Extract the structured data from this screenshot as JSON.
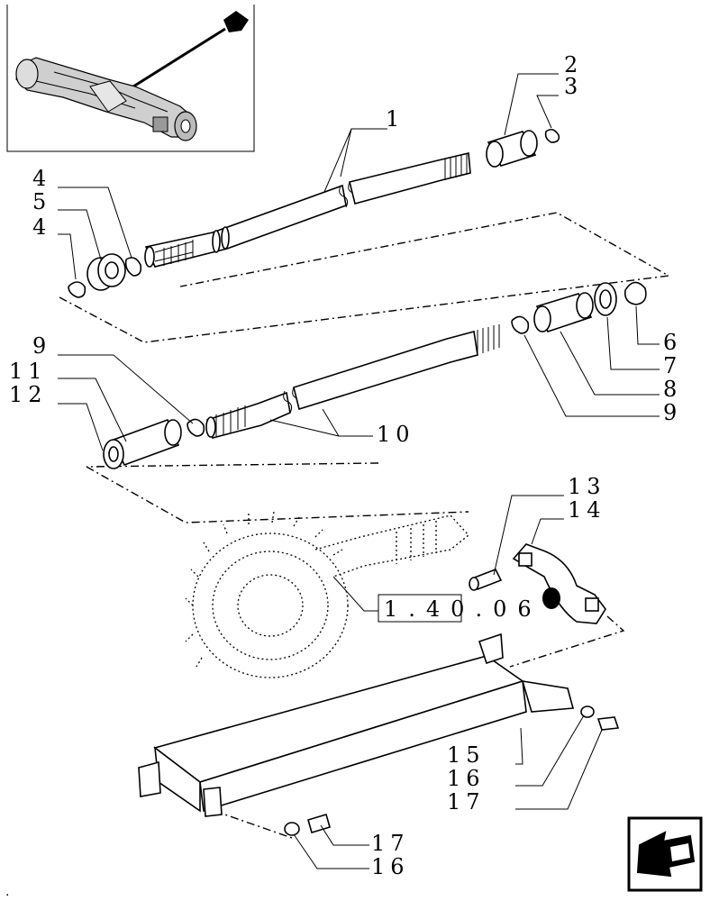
{
  "callouts": {
    "c1": "1",
    "c2": "2",
    "c3": "3",
    "c4a": "4",
    "c5": "5",
    "c4b": "4",
    "c6": "6",
    "c7": "7",
    "c8": "8",
    "c9a": "9",
    "c9b": "9",
    "c10": "10",
    "c11": "11",
    "c12": "12",
    "c13": "13",
    "c14": "14",
    "c15": "15",
    "c16a": "16",
    "c17a": "17",
    "c17b": "17",
    "c16b": "16"
  },
  "reference_box": "1.40.06",
  "page_mark": "."
}
